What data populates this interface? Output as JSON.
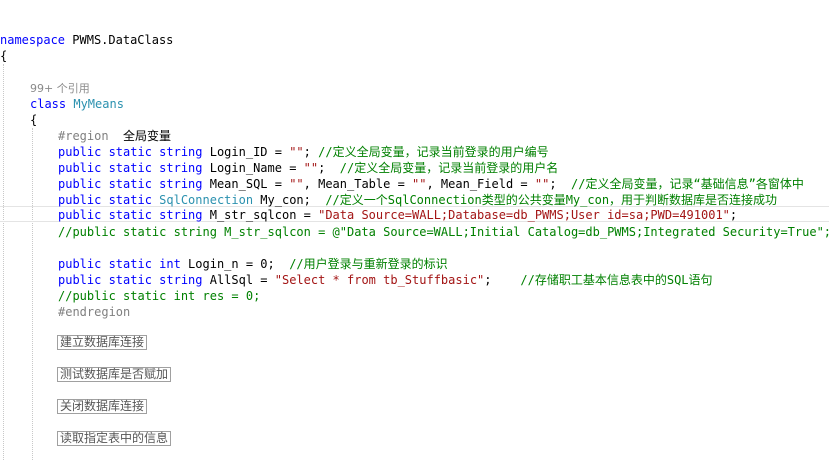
{
  "code": {
    "namespace_keyword": "namespace",
    "namespace_name": "PWMS.DataClass",
    "open_brace": "{",
    "class_open_brace": "{",
    "code_lens": "99+ 个引用",
    "class_keyword": "class",
    "class_name": "MyMeans",
    "region_directive": "#region",
    "region_name": "全局变量",
    "line_login_id": {
      "mods": "public static string",
      "rest": " Login_ID = ",
      "str": "\"\"",
      "semi": ";",
      "comment": "//定义全局变量，记录当前登录的用户编号"
    },
    "line_login_name": {
      "mods": "public static string",
      "rest": " Login_Name = ",
      "str": "\"\"",
      "semi": ";  ",
      "comment": "//定义全局变量，记录当前登录的用户名"
    },
    "line_mean_sql": {
      "mods": "public static string",
      "p1": " Mean_SQL = ",
      "s1": "\"\"",
      "p2": ", Mean_Table = ",
      "s2": "\"\"",
      "p3": ", Mean_Field = ",
      "s3": "\"\"",
      "semi": ";  ",
      "comment": "//定义全局变量，记录“基础信息”各窗体中"
    },
    "line_sqlconn": {
      "mods": "public static",
      "type": "SqlConnection",
      "rest": " My_con;  ",
      "comment": "//定义一个SqlConnection类型的公共变量My_con，用于判断数据库是否连接成功"
    },
    "line_sqlcon": {
      "mods": "public static string",
      "rest": " M_str_sqlcon = ",
      "str": "\"Data Source=WALL;Database=db_PWMS;User id=sa;PWD=491001\"",
      "semi": ";"
    },
    "line_sqlcon_comment": "//public static string M_str_sqlcon = @\"Data Source=WALL;Initial Catalog=db_PWMS;Integrated Security=True\";",
    "line_login_n": {
      "mods": "public static int",
      "rest": " Login_n = 0;  ",
      "comment": "//用户登录与重新登录的标识"
    },
    "line_allsql": {
      "mods": "public static string",
      "rest": " AllSql = ",
      "str": "\"Select * from tb_Stuffbasic\"",
      "semi": ";    ",
      "comment": "//存储职工基本信息表中的SQL语句"
    },
    "line_res_comment": "//public static int res = 0;",
    "endregion": "#endregion",
    "collapsed_blocks": [
      "建立数据库连接",
      "测试数据库是否赋加",
      "关闭数据库连接",
      "读取指定表中的信息"
    ]
  },
  "colors": {
    "keyword": "#0000ff",
    "type": "#2b91af",
    "string": "#a31515",
    "comment": "#008000",
    "preprocessor": "#808080"
  }
}
